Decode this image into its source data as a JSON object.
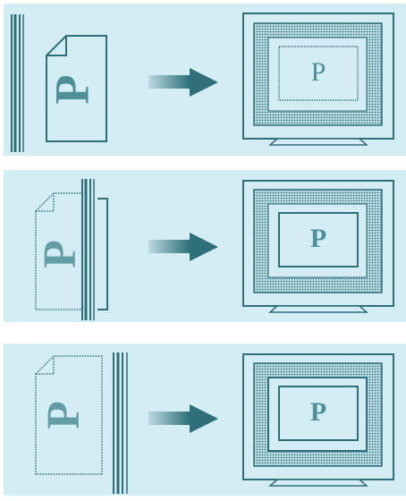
{
  "steps": [
    {
      "id": "step-1",
      "letter": "P",
      "screen_letter": "P"
    },
    {
      "id": "step-2",
      "letter": "P",
      "screen_letter": "P"
    },
    {
      "id": "step-3",
      "letter": "P",
      "screen_letter": "P"
    }
  ],
  "colors": {
    "panel_bg": "#d4ecf3",
    "ink": "#2f6f7a",
    "letter": "#4f8f98"
  }
}
